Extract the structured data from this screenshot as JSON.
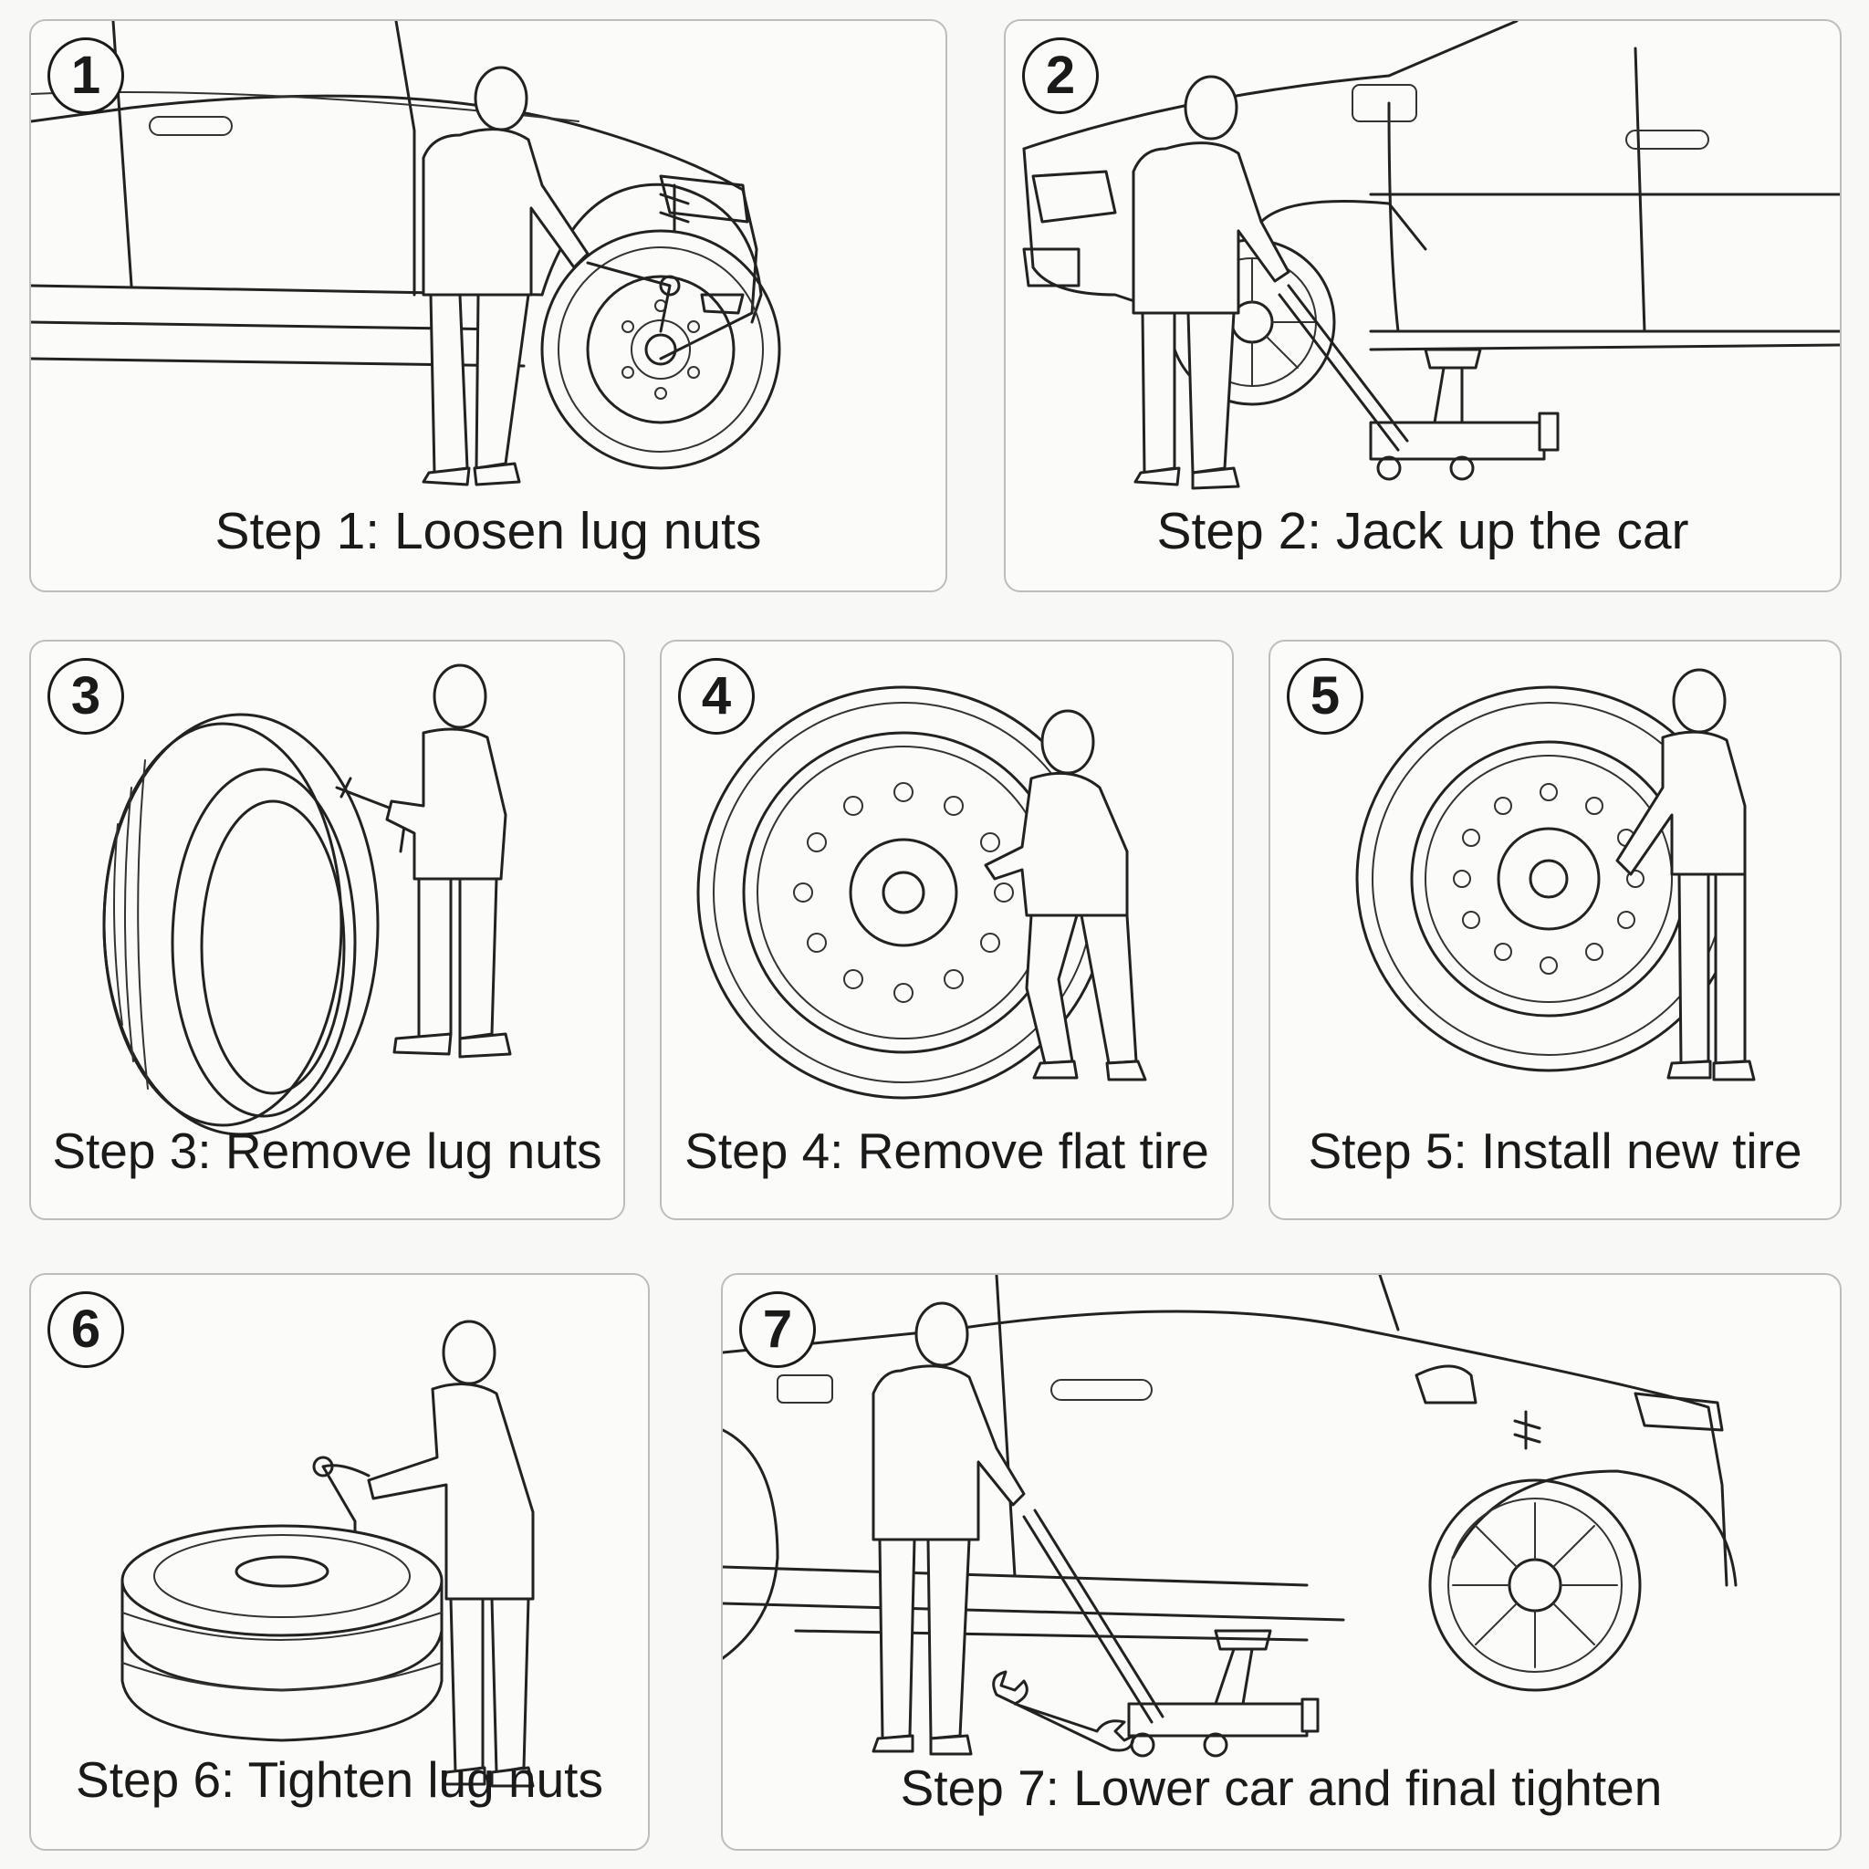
{
  "steps": [
    {
      "number": "1",
      "caption": "Step 1: Loosen lug nuts"
    },
    {
      "number": "2",
      "caption": "Step 2: Jack up the car"
    },
    {
      "number": "3",
      "caption": "Step 3: Remove lug nuts"
    },
    {
      "number": "4",
      "caption": "Step 4: Remove flat tire"
    },
    {
      "number": "5",
      "caption": "Step 5: Install new tire"
    },
    {
      "number": "6",
      "caption": "Step 6: Tighten lug nuts"
    },
    {
      "number": "7",
      "caption": "Step 7: Lower car and final tighten"
    }
  ],
  "icons": {
    "step1": [
      "car-side-icon",
      "person-icon",
      "lug-wrench-icon",
      "wheel-icon"
    ],
    "step2": [
      "car-front-icon",
      "person-icon",
      "floor-jack-icon",
      "wheel-icon"
    ],
    "step3": [
      "tire-icon",
      "person-icon",
      "lug-wrench-icon"
    ],
    "step4": [
      "wheel-icon",
      "person-icon"
    ],
    "step5": [
      "wheel-icon",
      "person-icon"
    ],
    "step6": [
      "stacked-tires-icon",
      "person-icon",
      "lug-wrench-icon"
    ],
    "step7": [
      "car-side-icon",
      "person-icon",
      "floor-jack-icon",
      "wrench-icon",
      "wheel-icon"
    ]
  },
  "colors": {
    "line": "#222222",
    "panel_border": "#bdbdbd",
    "background": "#f8f8f6"
  }
}
